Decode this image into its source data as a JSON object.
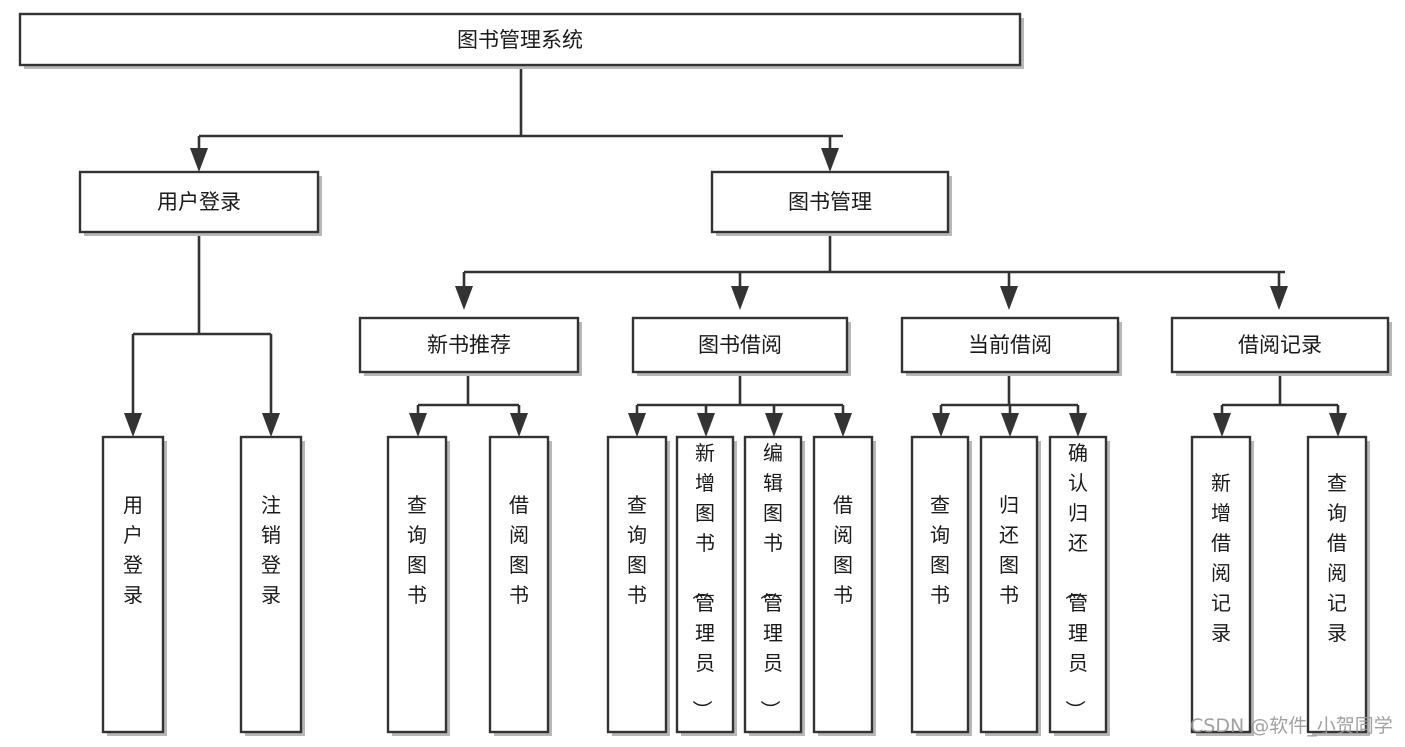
{
  "diagram": {
    "title": "图书管理系统",
    "type": "tree-hierarchy-diagram",
    "colors": {
      "background": "#ffffff",
      "box_fill": "#ffffff",
      "box_stroke": "#333333",
      "connector": "#333333",
      "text": "#1a1a1a",
      "watermark": "#9a9a9a"
    },
    "root": {
      "label": "图书管理系统",
      "orientation": "horizontal"
    },
    "level2": [
      {
        "label": "用户登录",
        "orientation": "horizontal"
      },
      {
        "label": "图书管理",
        "orientation": "horizontal"
      }
    ],
    "level3": [
      {
        "label": "新书推荐",
        "orientation": "horizontal"
      },
      {
        "label": "图书借阅",
        "orientation": "horizontal"
      },
      {
        "label": "当前借阅",
        "orientation": "horizontal"
      },
      {
        "label": "借阅记录",
        "orientation": "horizontal"
      }
    ],
    "leaves": {
      "user_login": [
        {
          "label": "用户登录",
          "orientation": "vertical"
        },
        {
          "label": "注销登录",
          "orientation": "vertical"
        }
      ],
      "new_book_recommend": [
        {
          "label": "查询图书",
          "orientation": "vertical"
        },
        {
          "label": "借阅图书",
          "orientation": "vertical"
        }
      ],
      "book_borrow": [
        {
          "label": "查询图书",
          "orientation": "vertical"
        },
        {
          "label": "新增图书（管理员）",
          "orientation": "vertical"
        },
        {
          "label": "编辑图书（管理员）",
          "orientation": "vertical"
        },
        {
          "label": "借阅图书",
          "orientation": "vertical"
        }
      ],
      "current_borrow": [
        {
          "label": "查询图书",
          "orientation": "vertical"
        },
        {
          "label": "归还图书",
          "orientation": "vertical"
        },
        {
          "label": "确认归还（管理员）",
          "orientation": "vertical"
        }
      ],
      "borrow_records": [
        {
          "label": "新增借阅记录",
          "orientation": "vertical"
        },
        {
          "label": "查询借阅记录",
          "orientation": "vertical"
        }
      ]
    },
    "watermark": "CSDN @软件_小贺同学"
  }
}
